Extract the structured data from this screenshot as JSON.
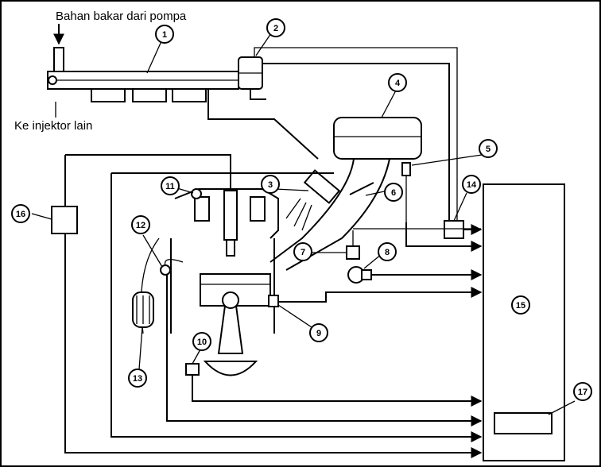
{
  "texts": {
    "fuel_from_pump": "Bahan bakar dari pompa",
    "to_other_injectors": "Ke injektor lain"
  },
  "callouts": [
    "1",
    "2",
    "3",
    "4",
    "5",
    "6",
    "7",
    "8",
    "9",
    "10",
    "11",
    "12",
    "13",
    "14",
    "15",
    "16",
    "17"
  ],
  "colors": {
    "ink": "#000000",
    "paper": "#ffffff"
  }
}
